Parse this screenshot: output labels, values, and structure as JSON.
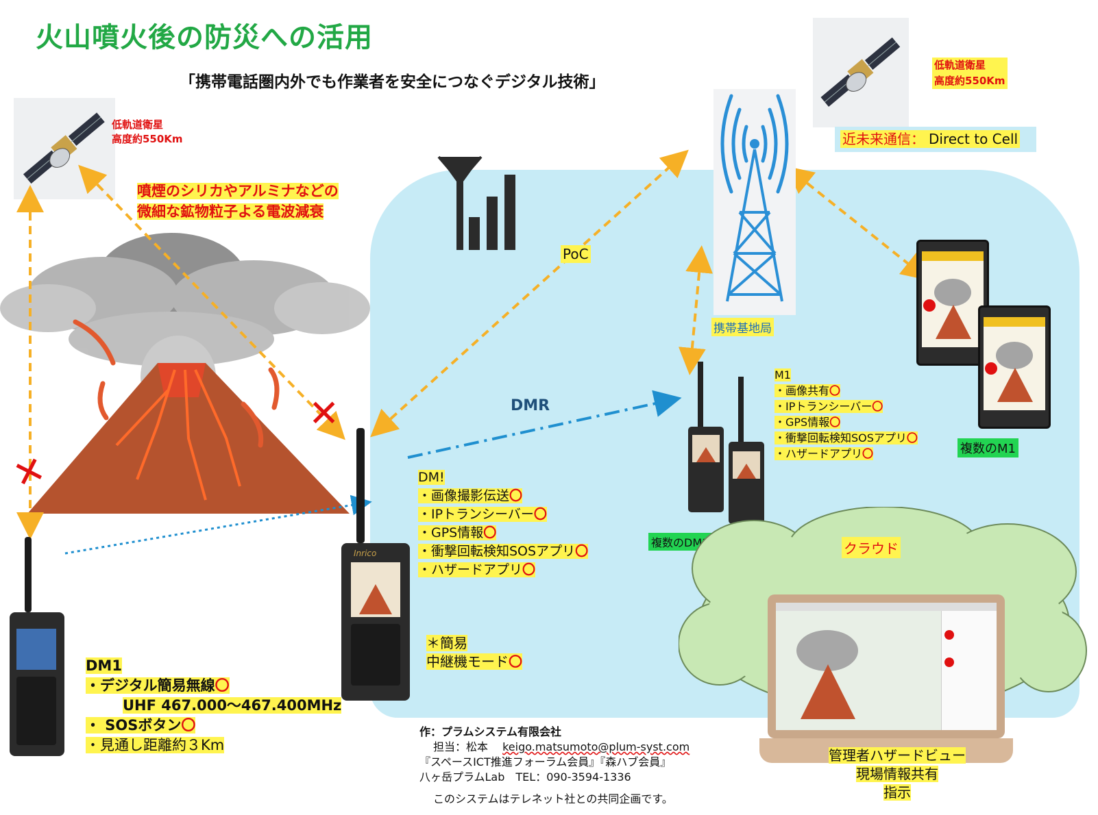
{
  "title": "火山噴火後の防災への活用",
  "subtitle": "「携帯電話圏内外でも作業者を安全につなぐデジタル技術」",
  "satellite_left": {
    "line1": "低軌道衛星",
    "line2": "高度約550Km"
  },
  "satellite_right": {
    "line1": "低軌道衛星",
    "line2": "高度約550Km"
  },
  "future_comm": {
    "label": "近未来通信：",
    "value": "Direct to Cell"
  },
  "warning": {
    "line1": "噴煙のシリカやアルミナなどの",
    "line2": "微細な鉱物粒子よる電波減衰"
  },
  "links": {
    "poc": "PoC",
    "dmr": "DMR"
  },
  "base_station": "携帯基地局",
  "dm_main": {
    "title": "DM!",
    "items": [
      "・画像撮影伝送",
      "・IPトランシーバー",
      "・GPS情報",
      "・衝撃回転検知SOSアプリ",
      "・ハザードアプリ"
    ],
    "repeater": {
      "line1": "＊簡易",
      "line2": "中継機モード"
    }
  },
  "m1": {
    "title": "M1",
    "items": [
      "・画像共有",
      "・IPトランシーバー",
      "・GPS情報",
      "・衝撃回転検知SOSアプリ",
      "・ハザードアプリ"
    ]
  },
  "multi_m1": "複数のM1",
  "multi_dm1": "複数のDM1",
  "cloud": {
    "label": "クラウド",
    "caption_lines": [
      "管理者ハザードビュー",
      "現場情報共有",
      "指示"
    ]
  },
  "dm1": {
    "title": "DM1",
    "line1": "・デジタル簡易無線",
    "freq": "UHF 467.000～467.400MHz",
    "line2": "・ SOSボタン",
    "line3": "・見通し距離約３Km"
  },
  "mark_o": "〇",
  "mark_x": "✕",
  "footer": {
    "author": "作：プラムシステム有限会社",
    "contact_label": "担当：松本",
    "email": "keigo.matsumoto@plum-syst.com",
    "membership": "『スペースICT推進フォーラム会員』『森ハブ会員』",
    "lab": "八ヶ岳プラムLab　TEL：090-3594-1336",
    "joint": "このシステムはテレネット社との共同企画です。"
  },
  "device_brand": "Inrico",
  "colors": {
    "title_green": "#22a845",
    "highlight_yellow": "#fff44f",
    "zone_blue": "#c7ebf6",
    "arrow_orange": "#f6b026",
    "arrow_blue": "#1f8fcf",
    "alert_red": "#e01010",
    "tower_blue": "#2a8fd6",
    "cloud_green": "#c8e8b4"
  }
}
